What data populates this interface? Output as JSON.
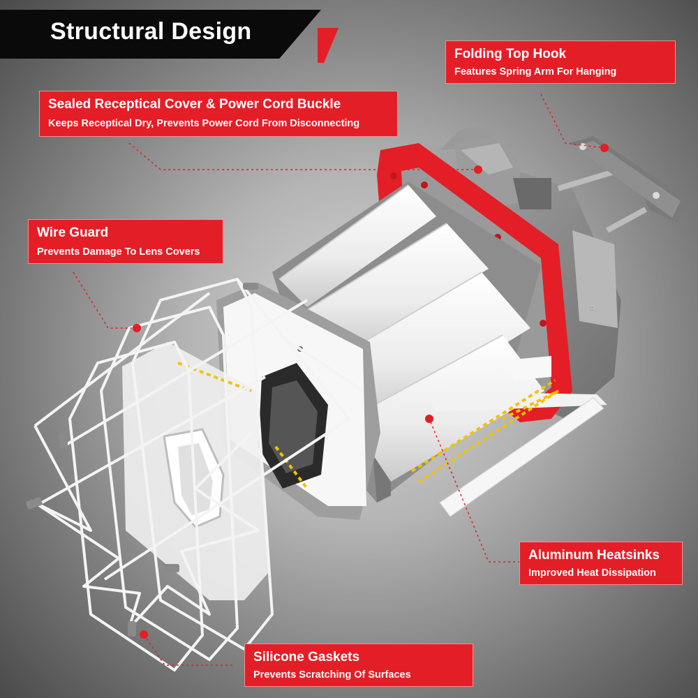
{
  "title": "Structural Design",
  "colors": {
    "accent": "#e41e26",
    "banner": "#0a0a0a",
    "housing": "#8a8a8a",
    "lens": "#f5f5f5",
    "led": "#f2c200"
  },
  "callouts": {
    "hook": {
      "heading": "Folding Top Hook",
      "sub": "Features Spring Arm For Hanging"
    },
    "cover": {
      "heading": "Sealed Receptical Cover & Power Cord Buckle",
      "sub": "Keeps Receptical Dry, Prevents Power Cord From Disconnecting"
    },
    "guard": {
      "heading": "Wire Guard",
      "sub": "Prevents Damage To Lens Covers"
    },
    "heatsink": {
      "heading": "Aluminum Heatsinks",
      "sub": "Improved Heat Dissipation"
    },
    "gasket": {
      "heading": "Silicone Gaskets",
      "sub": "Prevents Scratching Of Surfaces"
    }
  }
}
